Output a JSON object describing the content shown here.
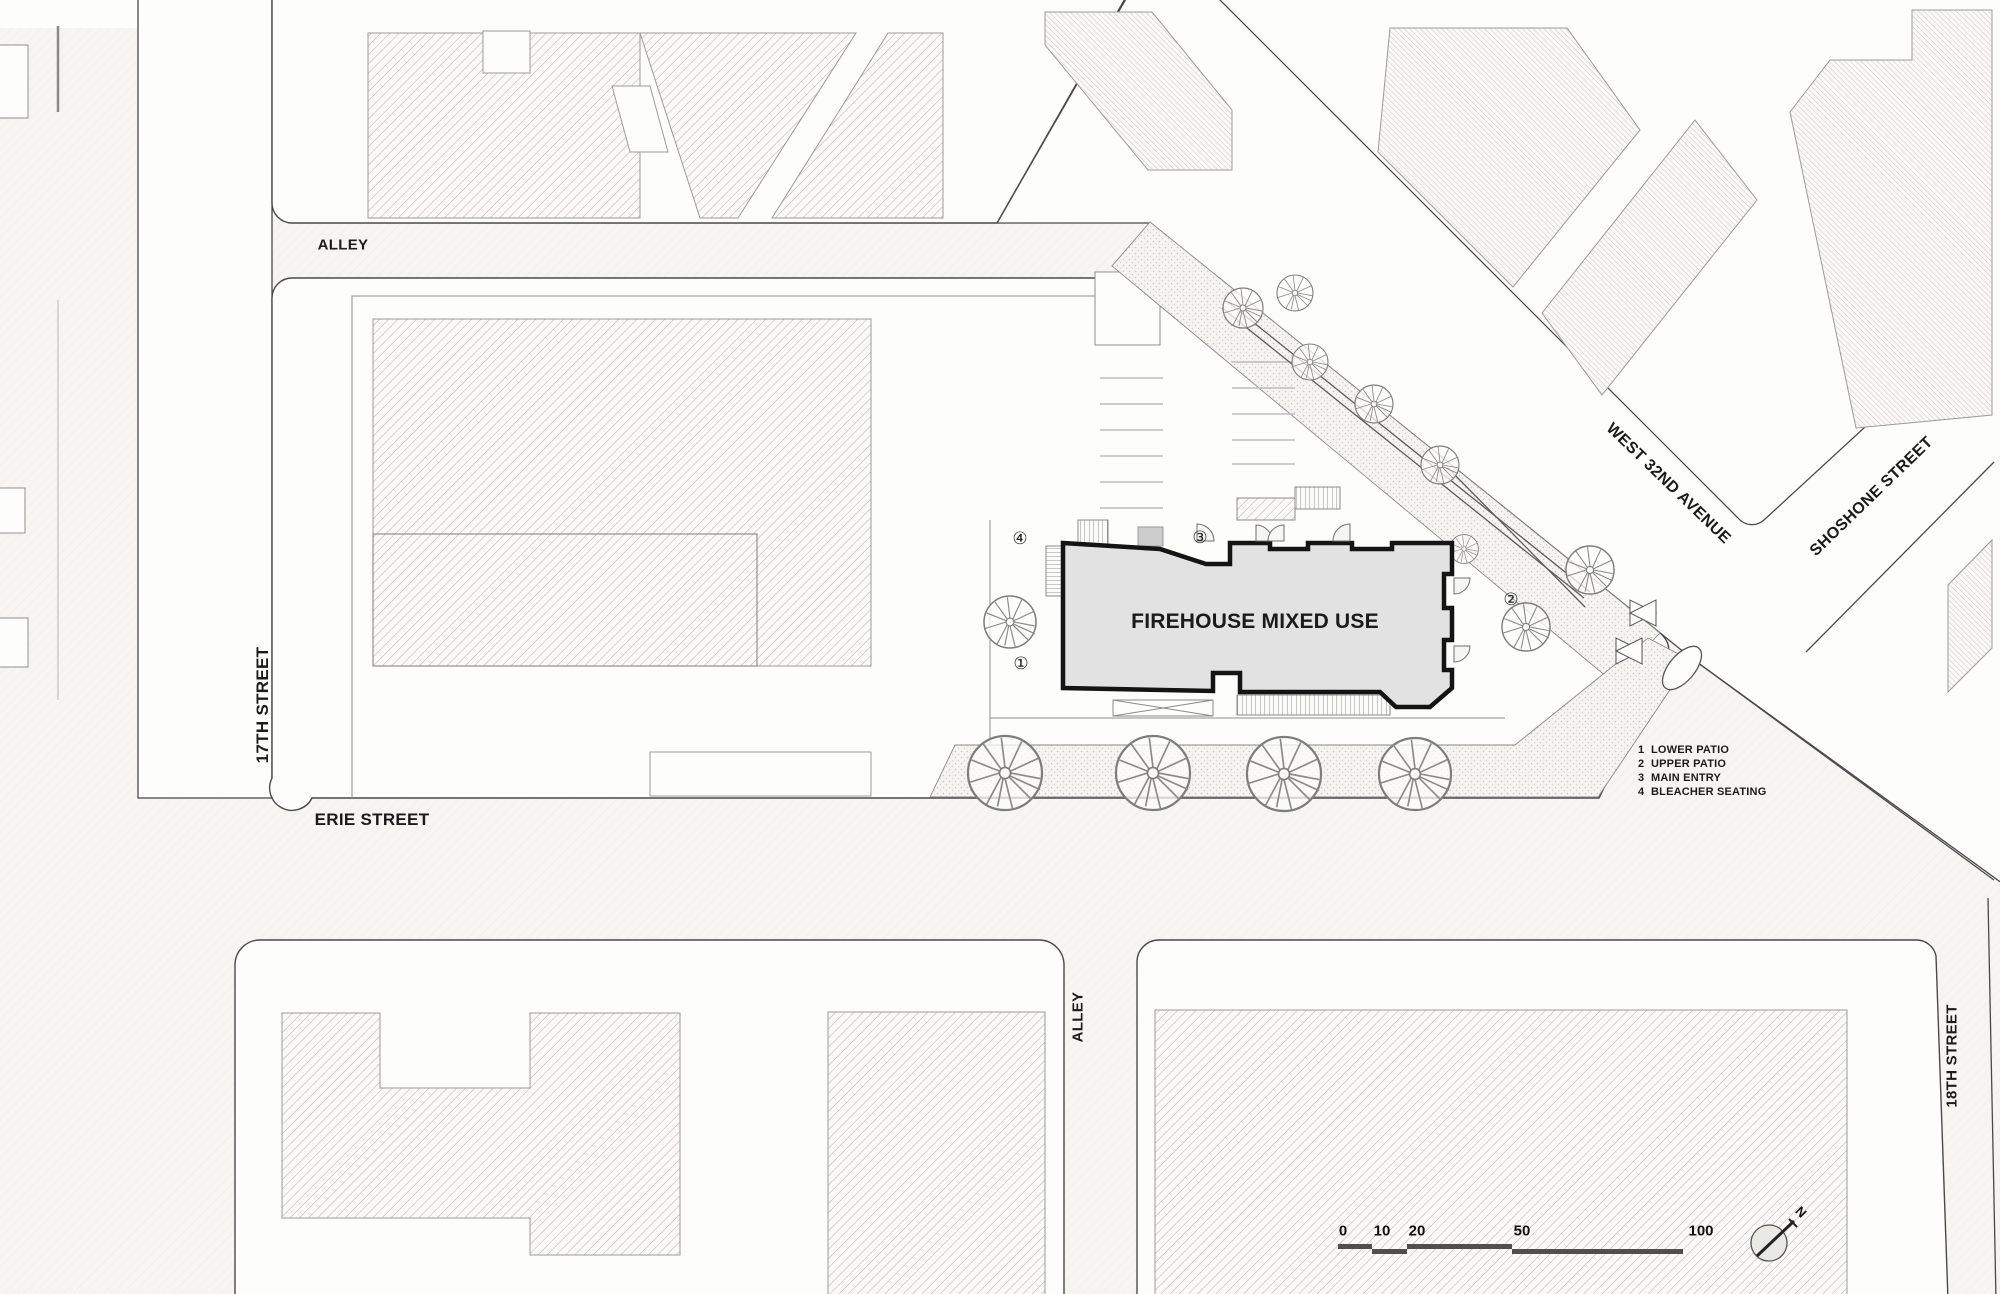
{
  "plan": {
    "building_label": "FIREHOUSE MIXED USE",
    "markers": [
      {
        "glyph": "①"
      },
      {
        "glyph": "②"
      },
      {
        "glyph": "③"
      },
      {
        "glyph": "④"
      }
    ]
  },
  "streets": {
    "alley_top": "ALLEY",
    "seventeenth": "17TH STREET",
    "erie": "ERIE STREET",
    "west_32nd": "WEST 32ND AVENUE",
    "shoshone": "SHOSHONE STREET",
    "alley_south": "ALLEY",
    "eighteenth": "18TH STREET"
  },
  "legend": {
    "items": [
      {
        "num": "1",
        "label": "LOWER PATIO"
      },
      {
        "num": "2",
        "label": "UPPER PATIO"
      },
      {
        "num": "3",
        "label": "MAIN ENTRY"
      },
      {
        "num": "4",
        "label": "BLEACHER SEATING"
      }
    ]
  },
  "scalebar": {
    "labels": [
      "0",
      "10",
      "20",
      "50",
      "100"
    ]
  },
  "north_label": "N",
  "colors": {
    "canvas": "#f6f5f1",
    "block_fill": "#fdfdfc",
    "building_hatch_line": "#a8a8a8",
    "firehouse_fill": "#e2e2e2",
    "firehouse_outline": "#141414",
    "block_outline": "#4a4a4a"
  }
}
